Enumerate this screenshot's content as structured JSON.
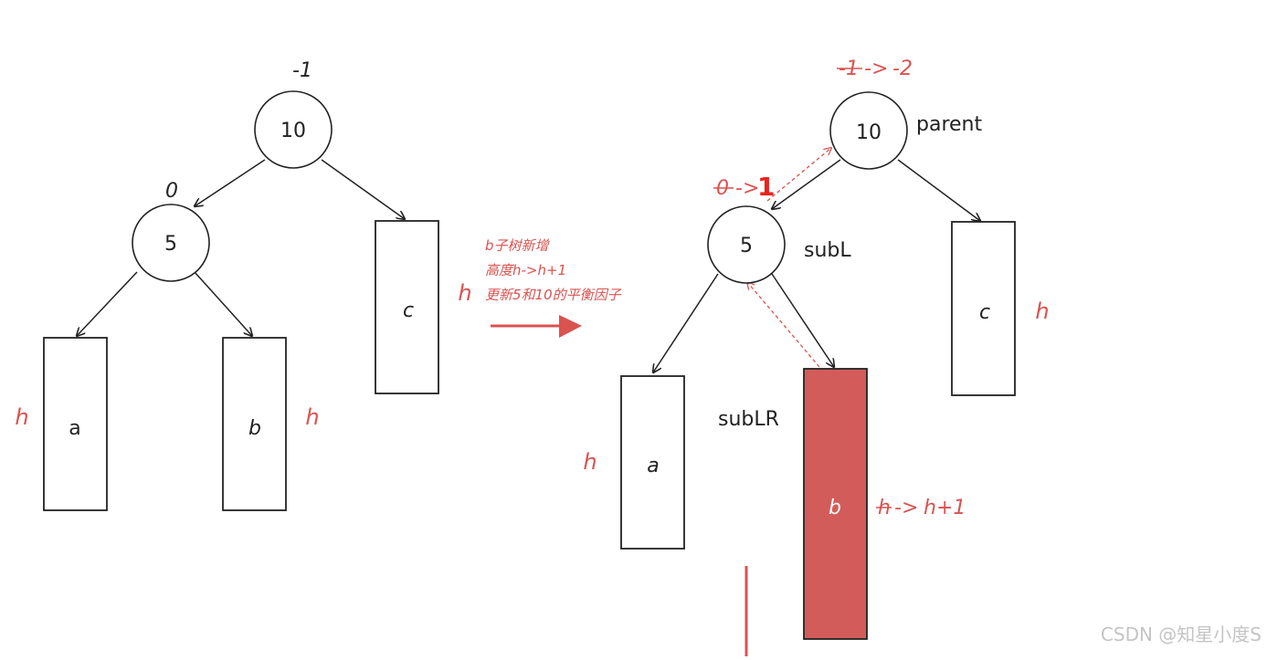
{
  "colors": {
    "accent": "#d9534f",
    "highlight_fill": "#d25c5a",
    "ink": "#222222",
    "watermark": "#c4c4c4"
  },
  "left_tree": {
    "root": {
      "value": "10",
      "balance": "-1"
    },
    "child": {
      "value": "5",
      "balance": "0"
    },
    "subtrees": {
      "a": "a",
      "b": "b",
      "c": "c"
    },
    "heights": {
      "a": "h",
      "b": "h",
      "c": "h"
    }
  },
  "transition": {
    "notes": [
      "b子树新增",
      "高度h->h+1",
      "更新5和10的平衡因子"
    ]
  },
  "right_tree": {
    "root": {
      "value": "10",
      "label": "parent",
      "balance_old": "-1",
      "balance_arrow": "->",
      "balance_new": "-2"
    },
    "child": {
      "value": "5",
      "label": "subL",
      "balance_old": "0",
      "balance_arrow": "->",
      "balance_new": "1"
    },
    "subtrees": {
      "a": "a",
      "b": "b",
      "c": "c"
    },
    "heights": {
      "a": "h",
      "c": "h",
      "b_old": "h",
      "b_arrow": "->",
      "b_new": "h+1"
    },
    "sublr_label": "subLR"
  },
  "watermark": "CSDN @知星小度S"
}
